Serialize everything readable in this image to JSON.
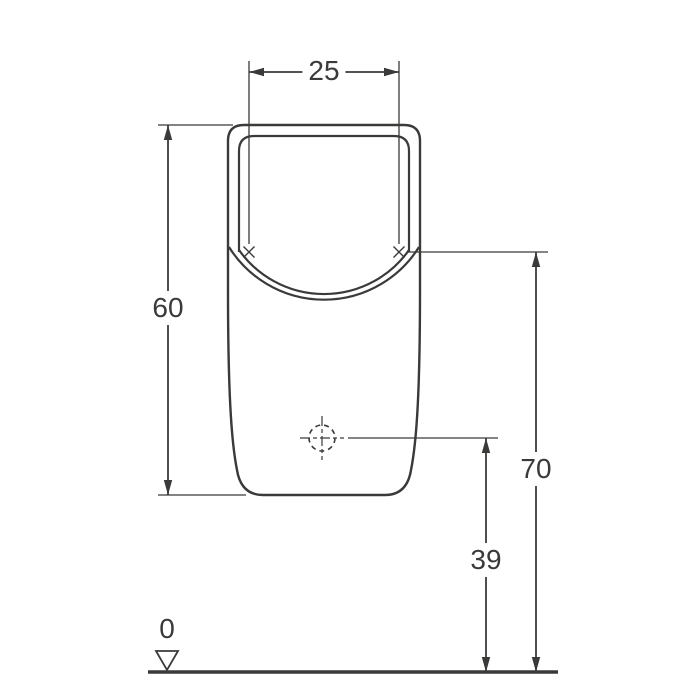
{
  "drawing": {
    "labels": {
      "width_between_fixings": "25",
      "body_height": "60",
      "rim_height_from_floor": "70",
      "outlet_height_from_floor": "39",
      "floor_level": "0"
    },
    "colors": {
      "line": "#3a3a39",
      "background": "#ffffff"
    }
  }
}
